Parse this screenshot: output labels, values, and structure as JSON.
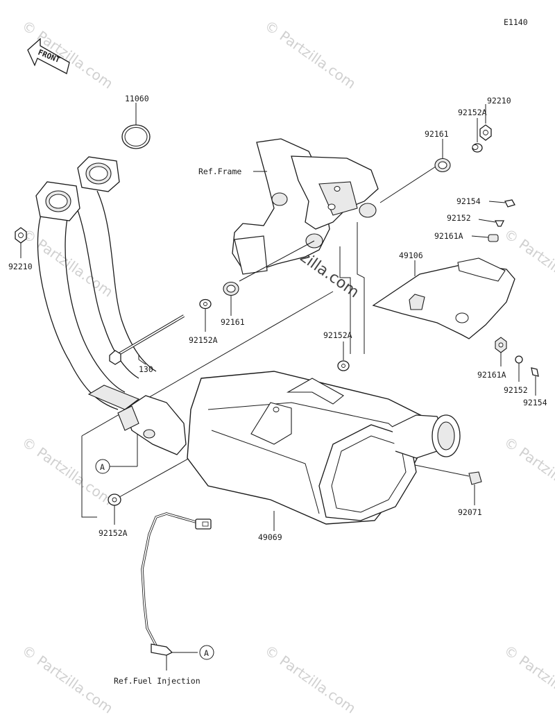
{
  "diagram": {
    "code": "E1140",
    "front_label": "FRONT",
    "watermark": "© Partzilla.com",
    "watermark_center": "© Partzilla.com",
    "refs": {
      "frame": "Ref.Frame",
      "fuel": "Ref.Fuel Injection"
    },
    "callouts": {
      "a1": "A",
      "a2": "A"
    },
    "parts": {
      "p11060": "11060",
      "p92210_left": "92210",
      "p130": "130",
      "p92152A_mid": "92152A",
      "p92161_mid": "92161",
      "p92152A_lower": "92152A",
      "p92152A_upper": "92152A",
      "p92210_right": "92210",
      "p92152A_right": "92152A",
      "p92161_right": "92161",
      "p92154_top": "92154",
      "p92152_top": "92152",
      "p92161A_top": "92161A",
      "p49106": "49106",
      "p92161A_bot": "92161A",
      "p92152_bot": "92152",
      "p92154_bot": "92154",
      "p92071": "92071",
      "p49069": "49069"
    }
  }
}
